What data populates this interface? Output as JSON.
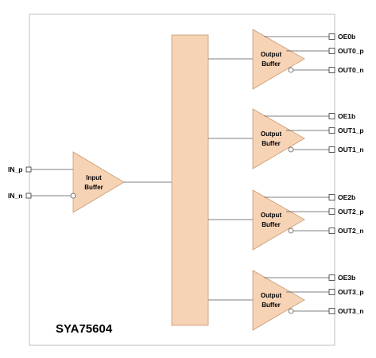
{
  "chip_name": "SYA75604",
  "colors": {
    "block_fill": "#f7d3b5",
    "block_stroke": "#c99870",
    "line": "#555555",
    "box": "#bfbfbf"
  },
  "input_buffer": {
    "label_line1": "Input",
    "label_line2": "Buffer"
  },
  "inputs": [
    "IN_p",
    "IN_n"
  ],
  "output_buffers": [
    {
      "label_line1": "Output",
      "label_line2": "Buffer",
      "pins": [
        "OE0b",
        "OUT0_p",
        "OUT0_n"
      ]
    },
    {
      "label_line1": "Output",
      "label_line2": "Buffer",
      "pins": [
        "OE1b",
        "OUT1_p",
        "OUT1_n"
      ]
    },
    {
      "label_line1": "Output",
      "label_line2": "Buffer",
      "pins": [
        "OE2b",
        "OUT2_p",
        "OUT2_n"
      ]
    },
    {
      "label_line1": "Output",
      "label_line2": "Buffer",
      "pins": [
        "OE3b",
        "OUT3_p",
        "OUT3_n"
      ]
    }
  ]
}
